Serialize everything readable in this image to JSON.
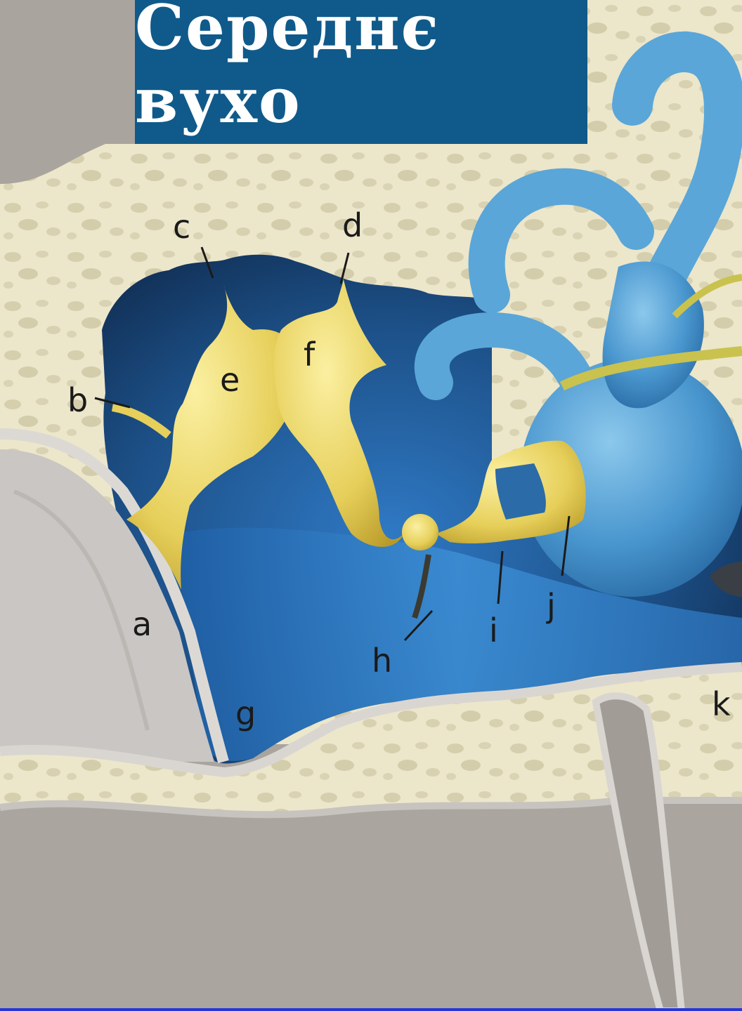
{
  "title": "Середнє вухо",
  "labels": {
    "a": "a",
    "b": "b",
    "c": "c",
    "d": "d",
    "e": "e",
    "f": "f",
    "g": "g",
    "h": "h",
    "i": "i",
    "j": "j",
    "k": "k"
  },
  "colors": {
    "title_bg": "#0f5a8a",
    "bone": "#e9e3c6",
    "gray_tissue": "#a9a49e",
    "cavity": "#1c4f86",
    "ossicles": "#e6cf5a",
    "inner_ear": "#4f9fd3"
  }
}
